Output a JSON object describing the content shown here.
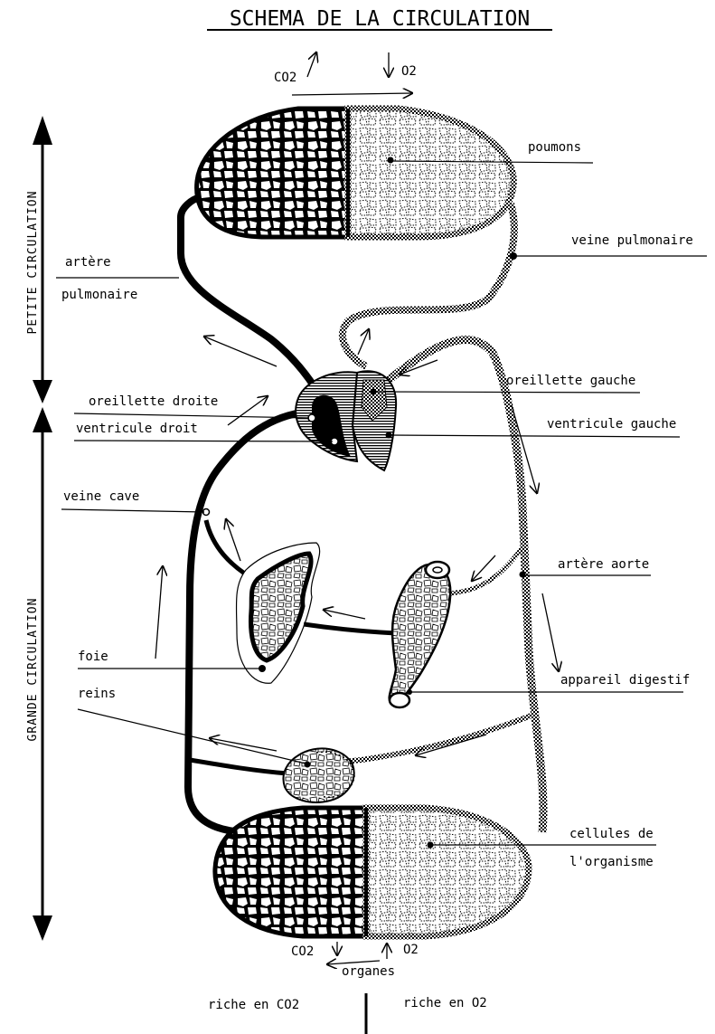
{
  "title": "SCHEMA DE LA CIRCULATION",
  "side_labels": {
    "petite": "PETITE CIRCULATION",
    "grande": "GRANDE CIRCULATION"
  },
  "gases_top": {
    "co2": "CO2",
    "o2": "O2"
  },
  "gases_bottom": {
    "co2": "CO2",
    "o2": "O2",
    "organes": "organes"
  },
  "labels": {
    "poumons": "poumons",
    "veine_pulmonaire": "veine  pulmonaire",
    "artere": "artère",
    "pulmonaire": "pulmonaire",
    "oreillette_droite": "oreillette droite",
    "ventricule_droit": "ventricule droit",
    "oreillette_gauche": "oreillette gauche",
    "ventricule_gauche": "ventricule gauche",
    "veine_cave": "veine  cave",
    "artere_aorte": "artère aorte",
    "foie": "foie",
    "appareil_digestif": "appareil digestif",
    "reins": "reins",
    "cellules_line1": "cellules de",
    "cellules_line2": "l'organisme"
  },
  "legend": {
    "left": "riche en CO2",
    "right": "riche en O2"
  },
  "colors": {
    "ink": "#000000",
    "paper": "#ffffff",
    "oxygenated_pattern": "checkered",
    "deoxygenated": "black"
  }
}
